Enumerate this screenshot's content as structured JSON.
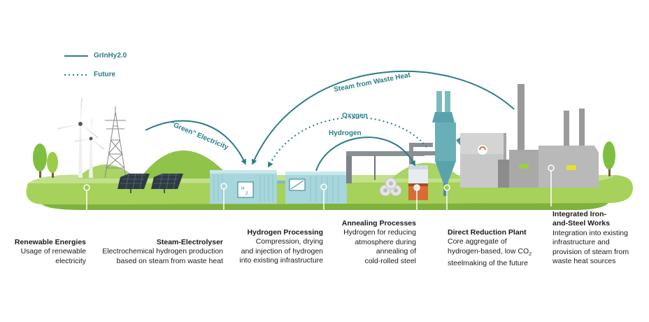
{
  "legend": {
    "solid_label": "GrInHy2.0",
    "dotted_label": "Future"
  },
  "flows": {
    "steam": "Steam from Waste Heat",
    "oxygen": "Oxygen",
    "hydrogen": "Hydrogen",
    "electricity": "\"Green\" Electricity"
  },
  "stages": [
    {
      "title": "Renewable Energies",
      "desc": "Usage of renewable\nelectricity"
    },
    {
      "title": "Steam-Electrolyser",
      "desc": "Electrochemical hydrogen production\nbased on steam from waste heat"
    },
    {
      "title": "Hydrogen Processing",
      "desc": "Compression, drying\nand injection of hydrogen\ninto existing infrastructure"
    },
    {
      "title": "Annealing Processes",
      "desc": "Hydrogen for reducing\natmosphere during\nannealing of\ncold-rolled steel"
    },
    {
      "title": "Direct Reduction Plant",
      "desc_line1": "Core aggregate of",
      "desc_line2_pre": "hydrogen-based, low CO",
      "desc_line2_sub": "2",
      "desc_line3": "steelmaking of the future"
    },
    {
      "title": "Integrated Iron-\nand-Steel Works",
      "desc": "Integration into existing\ninfrastructure and\nprovision of steam from\nwaste heat sources"
    }
  ],
  "colors": {
    "teal": "#2a7d87",
    "grass": "#9ccc4a",
    "grass_dark": "#6fa83a",
    "container": "#a7d6dc",
    "grey": "#b9b9b9"
  },
  "icons": [
    "wind-turbine-icon",
    "power-pylon-icon",
    "solar-panel-icon",
    "electrolyser-container-icon",
    "processing-container-icon",
    "pipe-icon",
    "coil-icon",
    "reduction-tower-icon",
    "steel-plant-icon",
    "tree-icon"
  ]
}
